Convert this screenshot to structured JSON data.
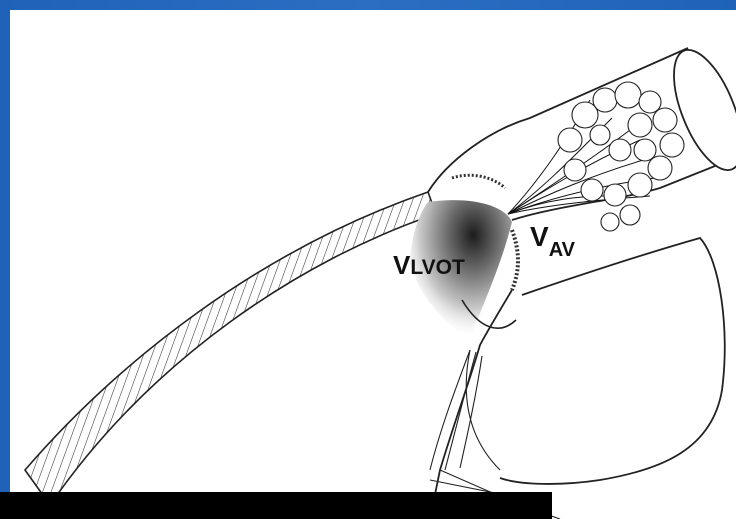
{
  "slide": {
    "background_color": "#1e63b8",
    "panel_color": "#ffffff"
  },
  "diagram": {
    "labels": {
      "lvot": {
        "main": "V",
        "sub": "LVOT"
      },
      "av": {
        "main": "V",
        "sub": "AV"
      }
    }
  },
  "caption_bar": {
    "color": "#000000",
    "text": ""
  }
}
